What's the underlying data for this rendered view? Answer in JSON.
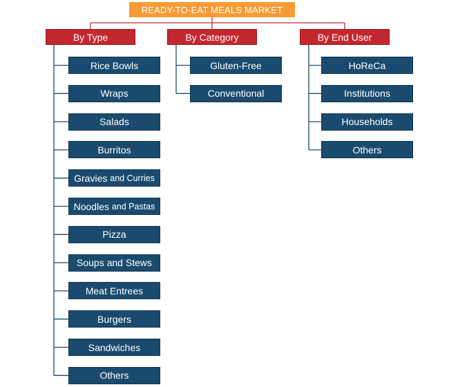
{
  "title": "READY-TO-EAT MEALS MARKET",
  "categories": [
    {
      "label": "By Type",
      "items": [
        {
          "main": "Rice Bowls",
          "sub": ""
        },
        {
          "main": "Wraps",
          "sub": ""
        },
        {
          "main": "Salads",
          "sub": ""
        },
        {
          "main": "Burritos",
          "sub": ""
        },
        {
          "main": "Gravies",
          "sub": "and Curries"
        },
        {
          "main": "Noodles",
          "sub": "and Pastas"
        },
        {
          "main": "Pizza",
          "sub": ""
        },
        {
          "main": "Soups and Stews",
          "sub": ""
        },
        {
          "main": "Meat Entrees",
          "sub": ""
        },
        {
          "main": "Burgers",
          "sub": ""
        },
        {
          "main": "Sandwiches",
          "sub": ""
        },
        {
          "main": "Others",
          "sub": ""
        }
      ]
    },
    {
      "label": "By Category",
      "items": [
        {
          "main": "Gluten-Free",
          "sub": ""
        },
        {
          "main": "Conventional",
          "sub": ""
        }
      ]
    },
    {
      "label": "By End User",
      "items": [
        {
          "main": "HoReCa",
          "sub": ""
        },
        {
          "main": "Institutions",
          "sub": ""
        },
        {
          "main": "Households",
          "sub": ""
        },
        {
          "main": "Others",
          "sub": ""
        }
      ]
    }
  ],
  "colors": {
    "root": "#f79b34",
    "category": "#c4282f",
    "leaf": "#1a4b6e",
    "root_connector": "#c4282f",
    "branch_connector": "#1a4b6e"
  }
}
